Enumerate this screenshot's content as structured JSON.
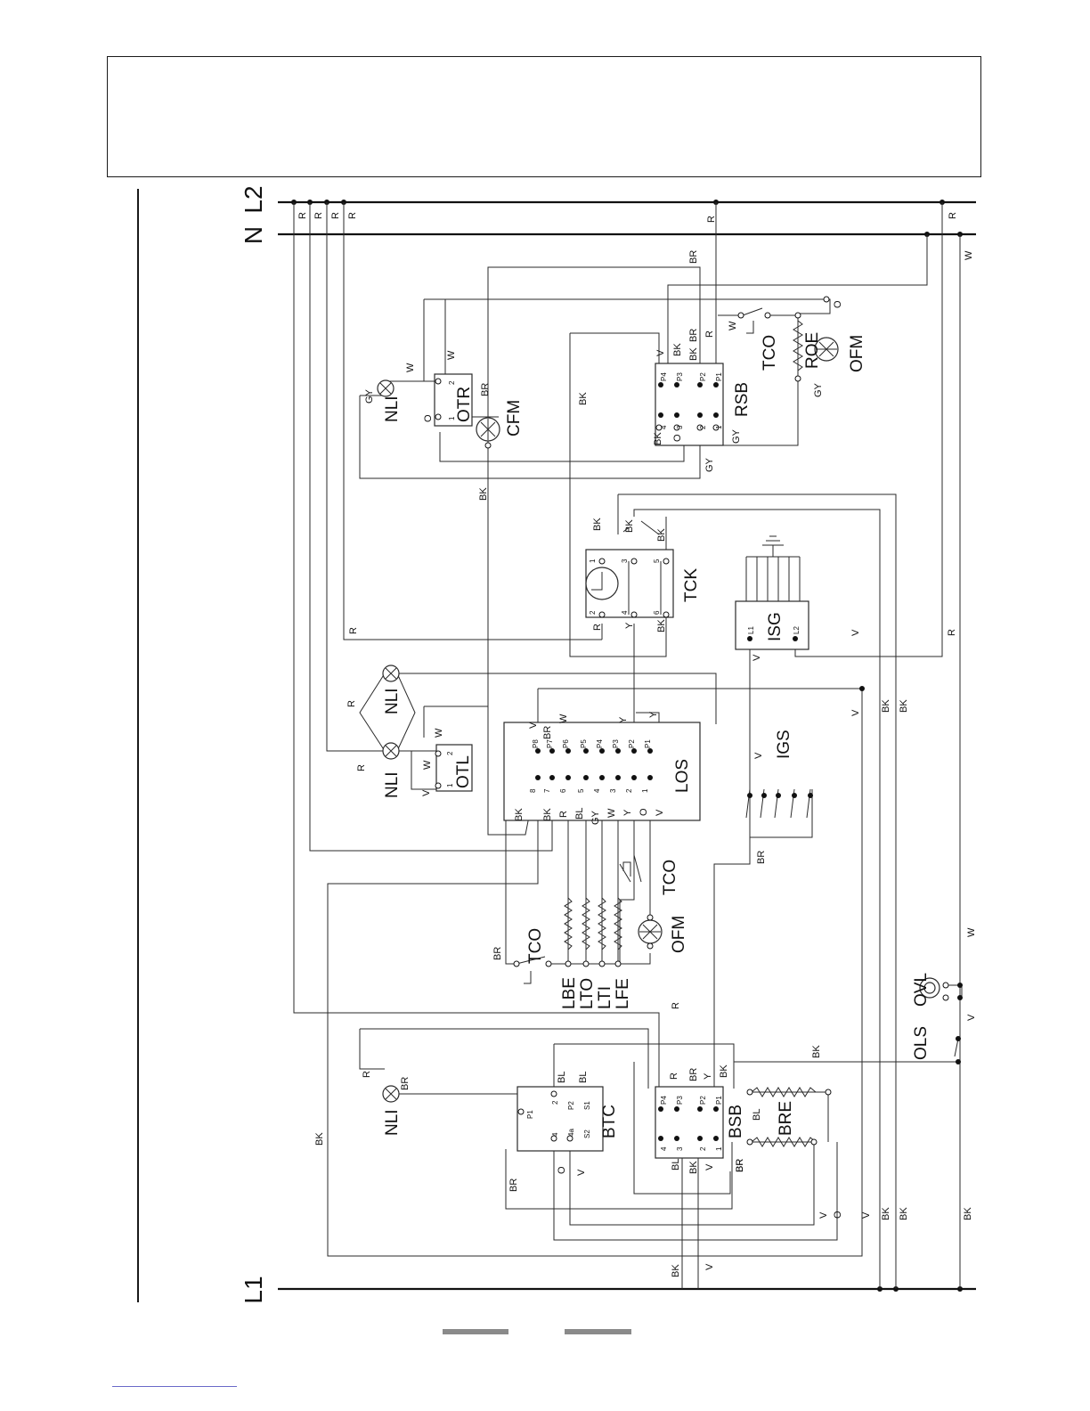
{
  "buses": {
    "l1": "L1",
    "n": "N",
    "l2": "L2"
  },
  "components": {
    "nli_otr": "NLI",
    "otr": "OTR",
    "cfm": "CFM",
    "rsb": "RSB",
    "tco_top": "TCO",
    "roe": "ROE",
    "ofm_top": "OFM",
    "tck": "TCK",
    "isg": "ISG",
    "igs": "IGS",
    "nli_mid": "NLI",
    "nli_otl": "NLI",
    "otl": "OTL",
    "los": "LOS",
    "tco_mid": "TCO",
    "ofm_mid": "OFM",
    "tco_low": "TCO",
    "lbe": "LBE",
    "lto": "LTO",
    "lti": "LTI",
    "lfe": "LFE",
    "ovl": "OVL",
    "ols": "OLS",
    "nli_btc": "NLI",
    "btc": "BTC",
    "bsb": "BSB",
    "bre": "BRE"
  },
  "pins": {
    "otr": [
      "1",
      "2"
    ],
    "otl": [
      "1",
      "2"
    ],
    "isg": [
      "L1",
      "L2"
    ],
    "rsb_top": [
      "P4",
      "P3",
      "P2",
      "P1"
    ],
    "rsb_bot": [
      "4",
      "3",
      "2",
      "1"
    ],
    "los_top": [
      "P8",
      "P7",
      "P6",
      "P5",
      "P4",
      "P3",
      "P2",
      "P1"
    ],
    "los_bot": [
      "8",
      "7",
      "6",
      "5",
      "4",
      "3",
      "2",
      "1"
    ],
    "tck_top": [
      "1",
      "3",
      "5"
    ],
    "tck_bot": [
      "2",
      "4",
      "6"
    ],
    "btc": [
      "P1",
      "2",
      "P2",
      "S1",
      "4",
      "4a",
      "S2"
    ],
    "bsb_top": [
      "P4",
      "P3",
      "P2",
      "P1"
    ],
    "bsb_bot": [
      "4",
      "3",
      "2",
      "1"
    ]
  },
  "wire_labels": [
    "R",
    "R",
    "R",
    "R",
    "R",
    "R",
    "W",
    "BR",
    "W",
    "GY",
    "W",
    "O",
    "BR",
    "BK",
    "V",
    "BK",
    "BR",
    "BK",
    "R",
    "W",
    "O",
    "GY",
    "BK",
    "O",
    "2",
    "1",
    "GY",
    "GY",
    "BK",
    "BK",
    "BK",
    "BK",
    "R",
    "Y",
    "BK",
    "R",
    "V",
    "R",
    "V",
    "V",
    "BK",
    "BK",
    "R",
    "R",
    "W",
    "W",
    "V",
    "V",
    "BR",
    "W",
    "Y",
    "Y",
    "BK",
    "BK",
    "R",
    "BL",
    "GY",
    "W",
    "Y",
    "O",
    "V",
    "V",
    "BR",
    "BR",
    "W",
    "V",
    "BK",
    "R",
    "R",
    "BR",
    "BK",
    "BL",
    "BL",
    "R",
    "BR",
    "Y",
    "BK",
    "BL",
    "BR",
    "O",
    "V",
    "BL",
    "BK",
    "V",
    "BR",
    "BR",
    "V",
    "O",
    "V",
    "BK",
    "BK",
    "BK",
    "BK",
    "V"
  ]
}
